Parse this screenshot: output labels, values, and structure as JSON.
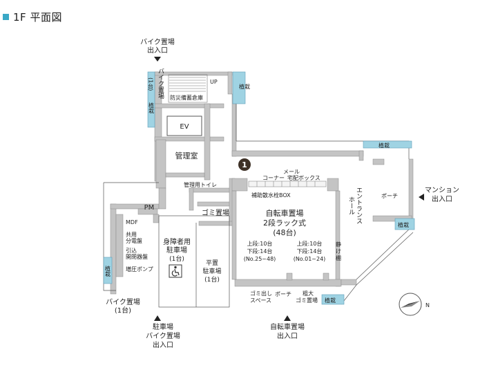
{
  "title": "1F 平面図",
  "accent_color": "#3aa8c6",
  "plant_color": "#9fd3e3",
  "wall_color": "#c4c4c4",
  "labels": {
    "bike_entrance_top_1": "バイク置場",
    "bike_entrance_top_2": "出入口",
    "bike_parking_v": "バイク置場",
    "bike_parking_count": "(1台)",
    "planting": "植栽",
    "up": "UP",
    "storage": "防災備蓄倉庫",
    "ev": "EV",
    "office": "管理室",
    "staff_toilet": "管理用トイレ",
    "mail_corner_1": "メール",
    "mail_corner_2": "コーナー",
    "delivery_box": "宅配ボックス",
    "hydrant_box": "補助散水栓BOX",
    "pm": "PM",
    "mdf": "MDF",
    "common_panel_1": "共用",
    "common_panel_2": "分電盤",
    "switchgear_1": "引込",
    "switchgear_2": "開閉器盤",
    "booster_pump": "増圧ポンプ",
    "garbage": "ゴミ置場",
    "bicycle_title_1": "自転車置場",
    "bicycle_title_2": "2段ラック式",
    "bicycle_title_3": "(48台)",
    "upper_left": "上段:10台",
    "lower_left": "下段:14台",
    "range_left": "(No.25~48)",
    "upper_right": "上段:10台",
    "lower_right": "下段:14台",
    "range_right": "(No.01~24)",
    "quiet_1": "静",
    "quiet_2": "け",
    "quiet_3": "棚",
    "accessible_1": "身障者用",
    "accessible_2": "駐車場",
    "accessible_3": "(1台)",
    "flat_1": "平置",
    "flat_2": "駐車場",
    "flat_3": "(1台)",
    "garbage_out_1": "ゴミ出し",
    "garbage_out_2": "スペース",
    "porch": "ポーチ",
    "bulky_1": "粗大",
    "bulky_2": "ゴミ置場",
    "entrance_hall_1": "エントランス",
    "entrance_hall_2": "ホール",
    "mansion_entrance_1": "マンション",
    "mansion_entrance_2": "出入口",
    "bike_left_1": "バイク置場",
    "bike_left_2": "(1台)",
    "parking_entrance_1": "駐車場",
    "parking_entrance_2": "バイク置場",
    "parking_entrance_3": "出入口",
    "bicycle_entrance_1": "自転車置場",
    "bicycle_entrance_2": "出入口",
    "marker_number": "1",
    "compass_n": "N"
  }
}
